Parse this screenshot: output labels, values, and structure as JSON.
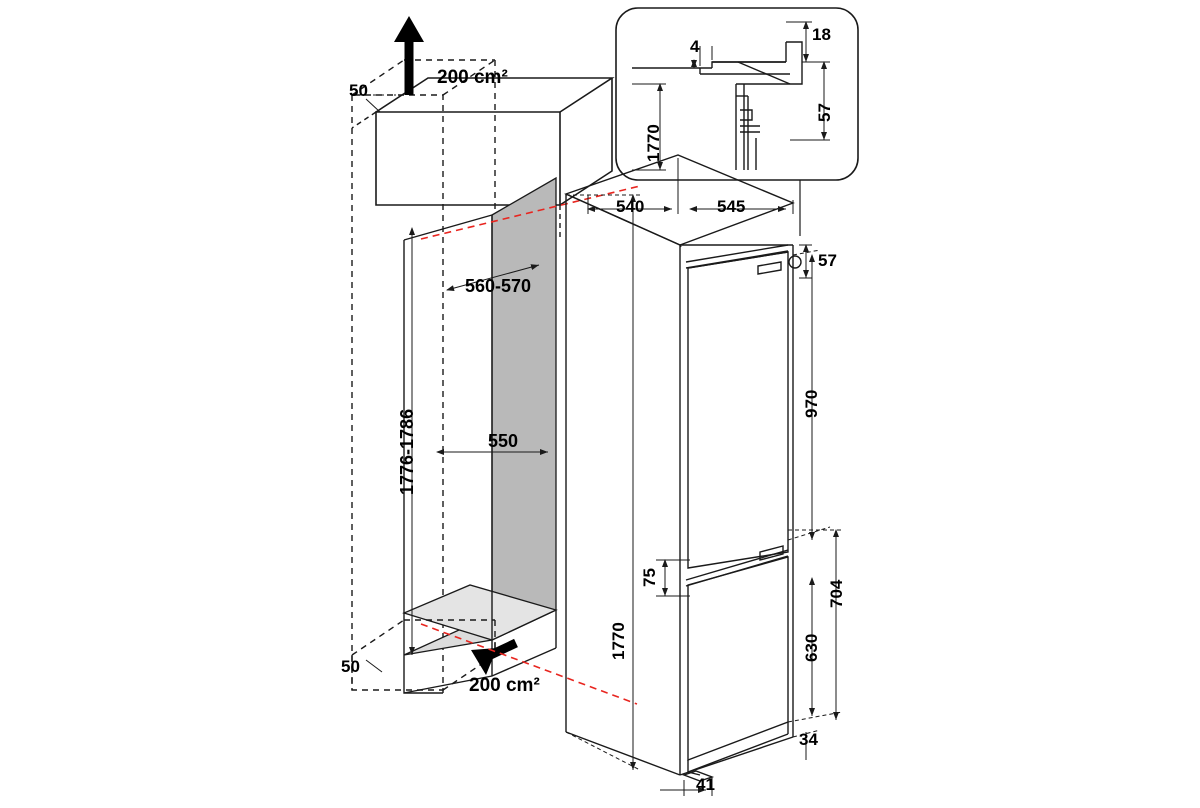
{
  "diagram": {
    "title": "Built-in fridge-freezer installation dimensions",
    "units": "mm",
    "colors": {
      "line": "#1a1a1a",
      "dashed_red": "#e8251f",
      "cavity_fill": "#b4b4b4",
      "cavity_floor_fill": "#dcdcdc",
      "arrow_fill": "#000000"
    },
    "labels": {
      "vent_top": "200 cm²",
      "vent_bottom": "200 cm²",
      "niche_top_gap": "50",
      "niche_bottom_gap": "50",
      "niche_width_range": "560-570",
      "niche_depth": "550",
      "niche_height_range": "1776-1786",
      "appliance_depth": "540",
      "appliance_width": "545",
      "hinge_offset": "57",
      "fridge_door_height": "970",
      "door_gap": "75",
      "freezer_door_height": "630",
      "lower_section_height": "704",
      "appliance_height": "1770",
      "plinth_height": "34",
      "foot_depth": "41",
      "detail_top_thickness": "4",
      "detail_top_right": "18",
      "detail_hinge_height": "57",
      "detail_total_height": "1770"
    }
  }
}
